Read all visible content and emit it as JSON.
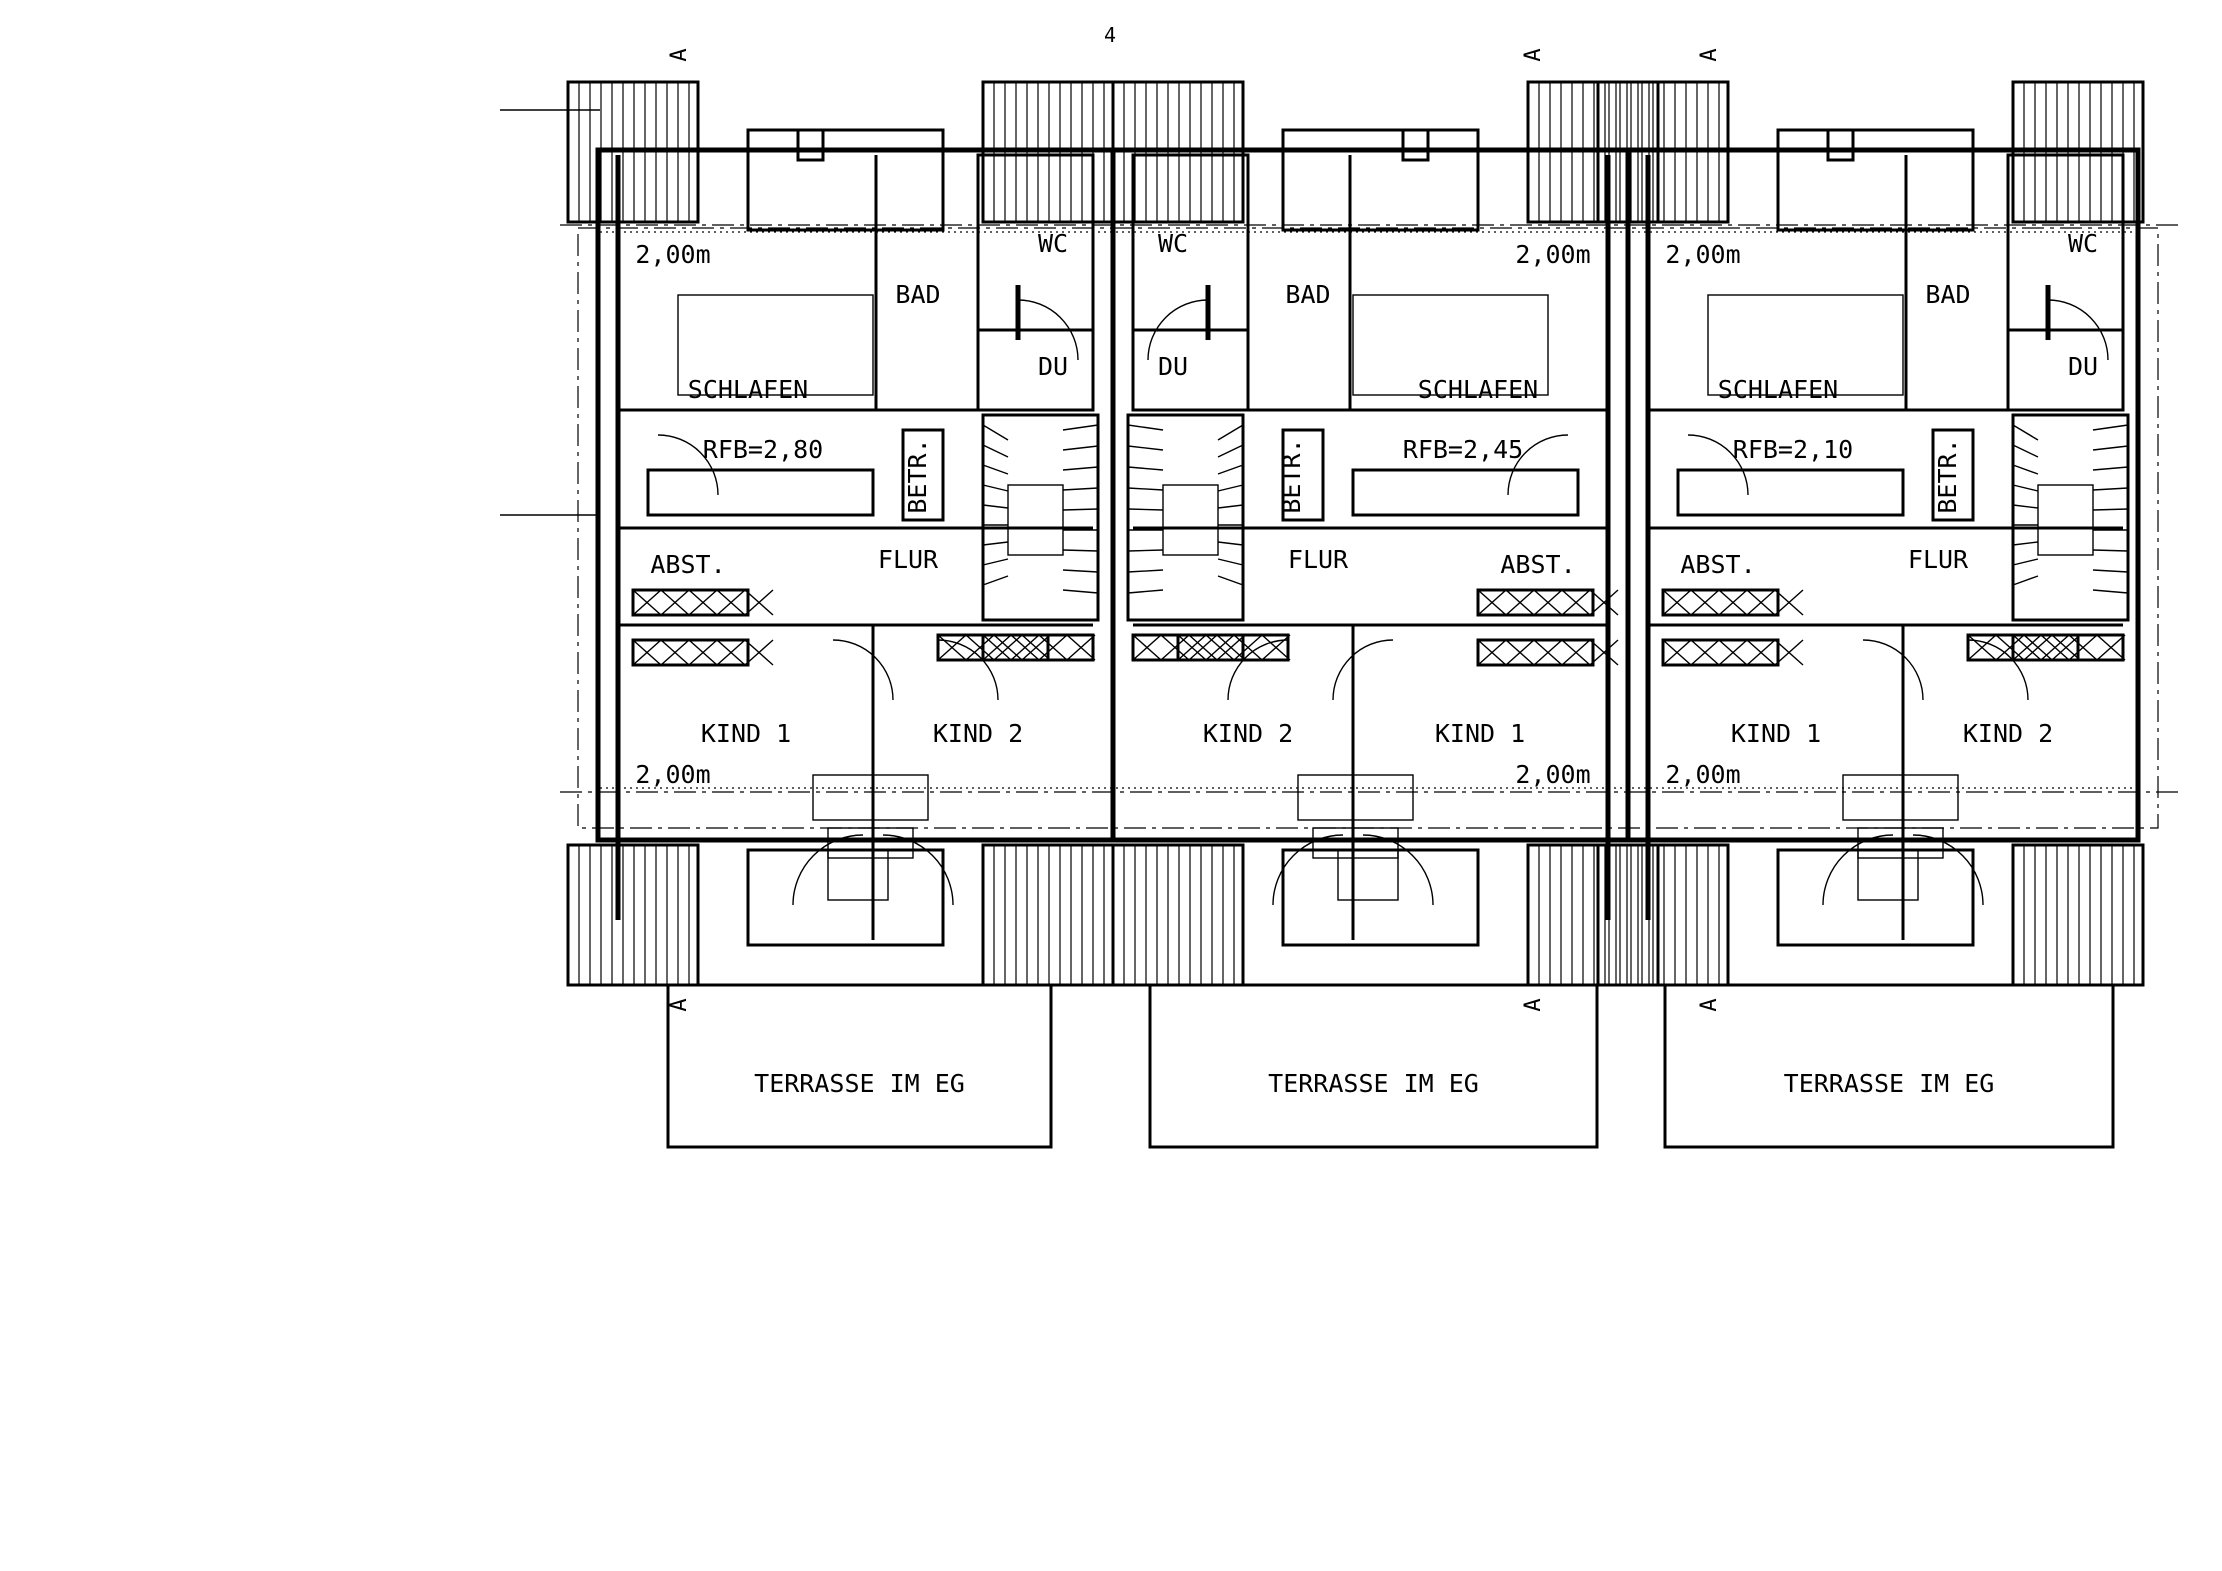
{
  "sheet": {
    "page_number": "4",
    "section_marker": "A"
  },
  "units": [
    {
      "schlafen": "SCHLAFEN",
      "bad": "BAD",
      "wc": "WC",
      "du": "DU",
      "rfb": "RFB=2,80",
      "betr": "BETR.",
      "flur": "FLUR",
      "abst": "ABST.",
      "kind1": "KIND 1",
      "kind2": "KIND 2",
      "dim_top": "2,00m",
      "dim_bottom": "2,00m",
      "terrasse": "TERRASSE IM EG",
      "mirrored": false
    },
    {
      "schlafen": "SCHLAFEN",
      "bad": "BAD",
      "wc": "WC",
      "du": "DU",
      "rfb": "RFB=2,45",
      "betr": "BETR.",
      "flur": "FLUR",
      "abst": "ABST.",
      "kind1": "KIND 1",
      "kind2": "KIND 2",
      "dim_top": "2,00m",
      "dim_bottom": "2,00m",
      "terrasse": "TERRASSE IM EG",
      "mirrored": true
    },
    {
      "schlafen": "SCHLAFEN",
      "bad": "BAD",
      "wc": "WC",
      "du": "DU",
      "rfb": "RFB=2,10",
      "betr": "BETR.",
      "flur": "FLUR",
      "abst": "ABST.",
      "kind1": "KIND 1",
      "kind2": "KIND 2",
      "dim_top": "2,00m",
      "dim_bottom": "2,00m",
      "terrasse": "TERRASSE IM EG",
      "mirrored": false
    }
  ]
}
